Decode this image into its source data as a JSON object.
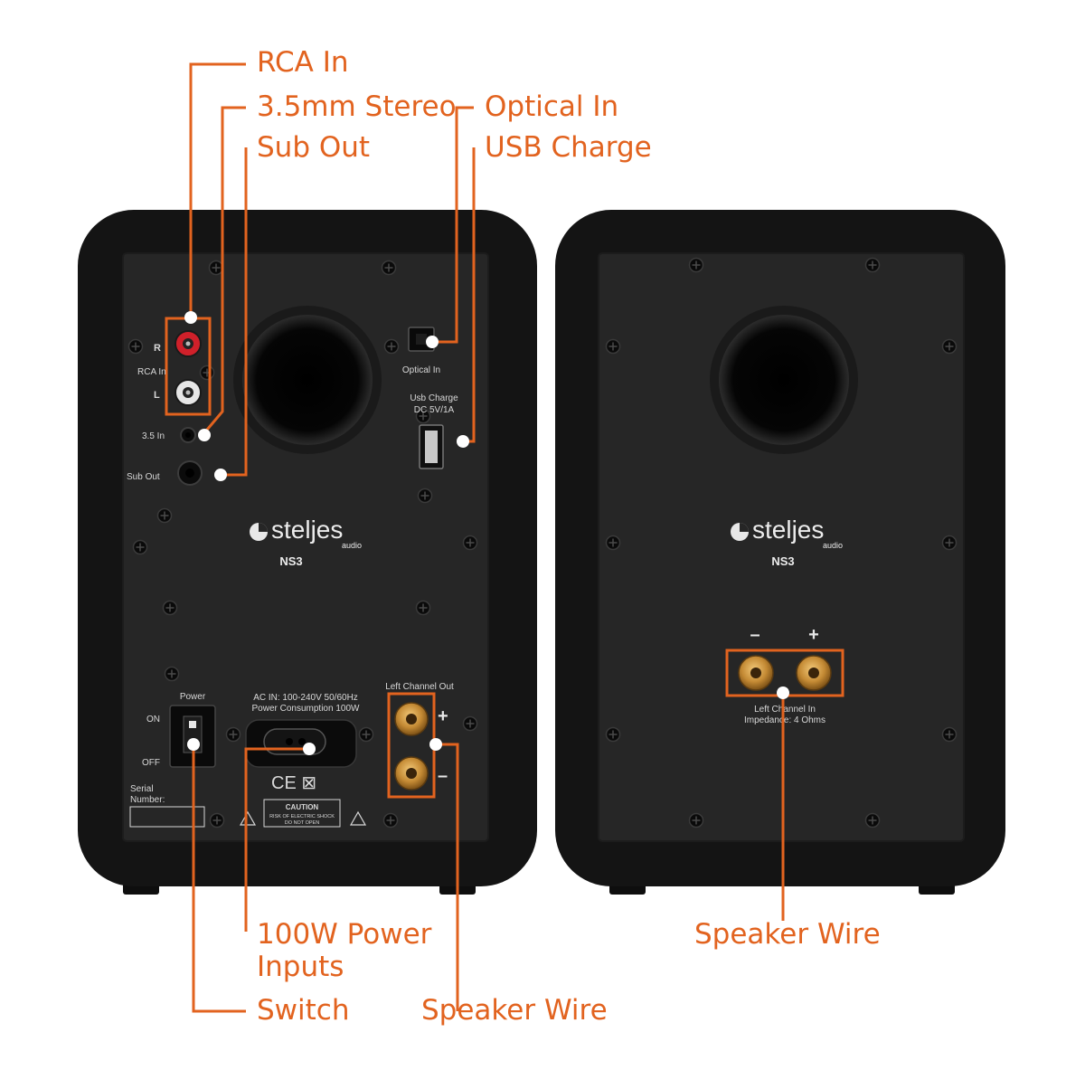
{
  "colors": {
    "callout": "#e2631f",
    "cabinet": "#151515",
    "panel": "#262626",
    "terminal_gold": "#c9913c",
    "rca_red": "#d0202a",
    "panel_text": "#d8d8d8"
  },
  "callouts": {
    "rca_in": "RCA In",
    "stereo_35mm": "3.5mm Stereo",
    "sub_out": "Sub Out",
    "optical_in": "Optical In",
    "usb_charge": "USB Charge",
    "power_inputs_line1": "100W Power",
    "power_inputs_line2": "Inputs",
    "switch": "Switch",
    "speaker_wire_left": "Speaker Wire",
    "speaker_wire_right": "Speaker Wire"
  },
  "left_panel": {
    "r": "R",
    "rca_in": "RCA In",
    "l": "L",
    "in_35": "3.5 In",
    "sub_out": "Sub Out",
    "optical_in": "Optical In",
    "usb_charge_1": "Usb Charge",
    "usb_charge_2": "DC 5V/1A",
    "brand": "steljes",
    "brand_sub": "audio",
    "model": "NS3",
    "power": "Power",
    "on": "ON",
    "off": "OFF",
    "ac_in": "AC IN: 100-240V 50/60Hz",
    "power_consumption": "Power Consumption 100W",
    "left_channel_out": "Left Channel Out",
    "plus": "+",
    "minus": "–",
    "cert": "CE ⊠",
    "caution": "CAUTION",
    "caution_1": "RISK OF ELECTRIC SHOCK",
    "caution_2": "DO NOT OPEN",
    "serial_1": "Serial",
    "serial_2": "Number:"
  },
  "right_panel": {
    "brand": "steljes",
    "brand_sub": "audio",
    "model": "NS3",
    "minus": "–",
    "plus": "+",
    "left_channel_in": "Left Channel In",
    "impedance": "Impedance:  4 Ohms"
  }
}
